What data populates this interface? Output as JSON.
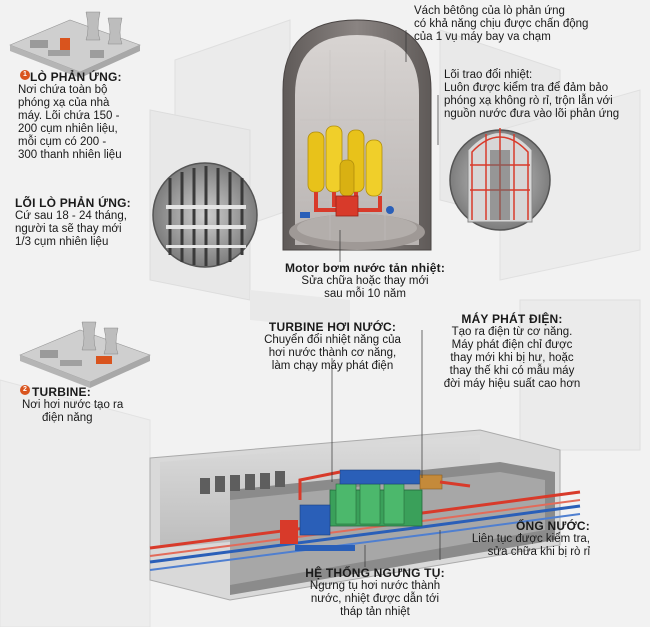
{
  "reactor_section": {
    "badge": "1",
    "reactor": {
      "title": "LÒ PHẢN ỨNG:",
      "body": [
        "Nơi chứa toàn bộ",
        "phóng xạ của nhà",
        "máy. Lõi chứa 150 -",
        "200 cụm nhiên liệu,",
        "mỗi cụm có 200 -",
        "300 thanh nhiên liệu"
      ]
    },
    "core": {
      "title": "LÕI LÒ PHẢN ỨNG:",
      "body": [
        "Cứ sau 18 - 24 tháng,",
        "người ta sẽ thay mới",
        "1/3 cụm nhiên liệu"
      ]
    },
    "concrete_wall": {
      "body": [
        "Vách bêtông của lò phản ứng",
        "có khả năng chịu được chấn động",
        "của 1 vụ máy bay va chạm"
      ]
    },
    "heat_exchanger": {
      "title": "Lõi trao đổi nhiệt:",
      "body": [
        "Luôn được kiểm tra để đảm bảo",
        "phóng xạ không rò rỉ, trộn lẫn với",
        "nguồn nước đưa vào lõi phản ứng"
      ]
    },
    "pump_motor": {
      "title": "Motor bơm nước tản nhiệt:",
      "body": [
        "Sửa chữa hoặc thay mới",
        "sau mỗi 10 năm"
      ]
    }
  },
  "turbine_section": {
    "badge": "2",
    "turbine": {
      "title": "TURBINE:",
      "body": [
        "Nơi hơi nước tạo ra",
        "điện năng"
      ]
    },
    "steam_turbine": {
      "title": "TURBINE HƠI NƯỚC:",
      "body": [
        "Chuyển đổi nhiệt năng của",
        "hơi nước thành cơ năng,",
        "làm chạy máy phát điện"
      ]
    },
    "generator": {
      "title": "MÁY PHÁT ĐIỆN:",
      "body": [
        "Tạo ra điện từ cơ năng.",
        "Máy phát điện chỉ được",
        "thay mới khi bị hư, hoặc",
        "thay thế khi có mẫu máy",
        "đời máy hiệu suất cao hơn"
      ]
    },
    "pipes": {
      "title": "ỐNG NƯỚC:",
      "body": [
        "Liên tục được kiểm tra,",
        "sửa chữa khi bị rò rỉ"
      ]
    },
    "condenser": {
      "title": "HỆ THỐNG NGƯNG TỤ:",
      "body": [
        "Ngưng tụ hơi nước thành",
        "nước, nhiệt được dẫn tới",
        "tháp tản nhiệt"
      ]
    }
  },
  "colors": {
    "accent": "#d9541e",
    "vessel_yellow": "#e8c21a",
    "pipe_red": "#d83a2a",
    "pipe_blue": "#2a5fb8",
    "turbine_green": "#3aa05a",
    "concrete": "#6f6a68"
  }
}
